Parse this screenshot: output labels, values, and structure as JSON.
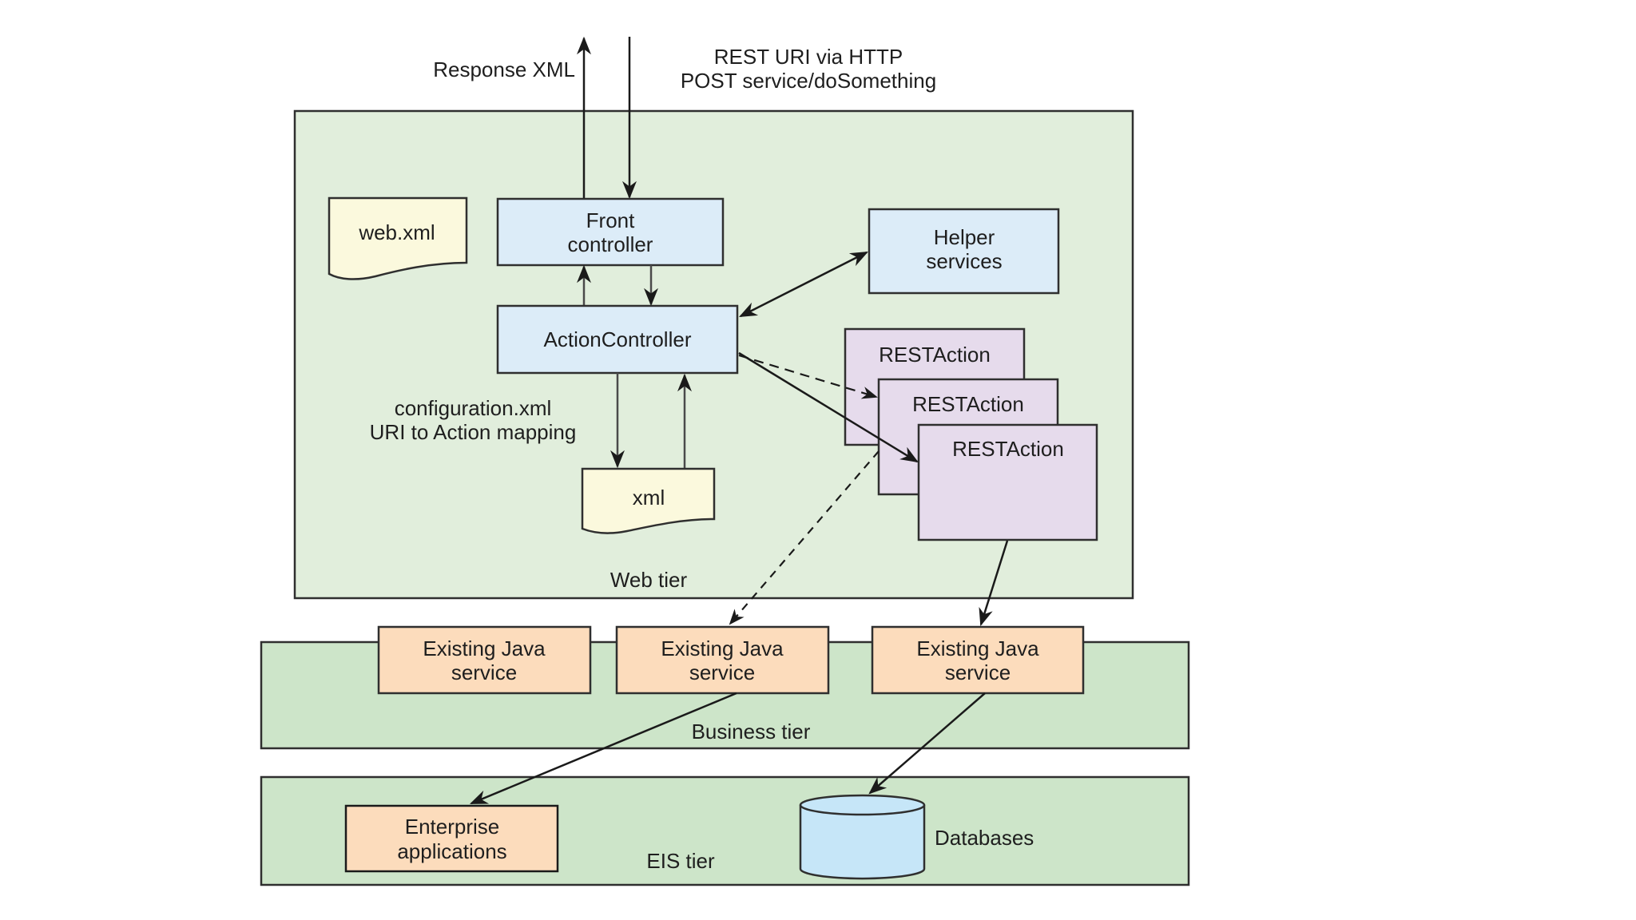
{
  "diagram": {
    "external": {
      "response_label": "Response XML",
      "request_label_line1": "REST URI via HTTP",
      "request_label_line2": "POST service/doSomething"
    },
    "web_tier": {
      "label": "Web tier",
      "web_xml": "web.xml",
      "front_controller": [
        "Front",
        "controller"
      ],
      "action_controller": "ActionController",
      "helper_services": [
        "Helper",
        "services"
      ],
      "config_label_line1": "configuration.xml",
      "config_label_line2": "URI to Action mapping",
      "xml_doc": "xml",
      "rest_actions": [
        "RESTAction",
        "RESTAction",
        "RESTAction"
      ]
    },
    "business_tier": {
      "label": "Business tier",
      "services": [
        [
          "Existing Java",
          "service"
        ],
        [
          "Existing Java",
          "service"
        ],
        [
          "Existing Java",
          "service"
        ]
      ]
    },
    "eis_tier": {
      "label": "EIS tier",
      "enterprise_apps": [
        "Enterprise",
        "applications"
      ],
      "databases": "Databases"
    },
    "colors": {
      "web_tier_fill": "#e1eedc",
      "tier_fill": "#cde5c9",
      "blue_box": "#dcecf8",
      "doc_fill": "#fbf9dd",
      "rest_action_fill": "#e6dbec",
      "service_fill": "#fcdcbc",
      "db_fill": "#c6e6f8",
      "stroke": "#2f2f2f"
    }
  }
}
